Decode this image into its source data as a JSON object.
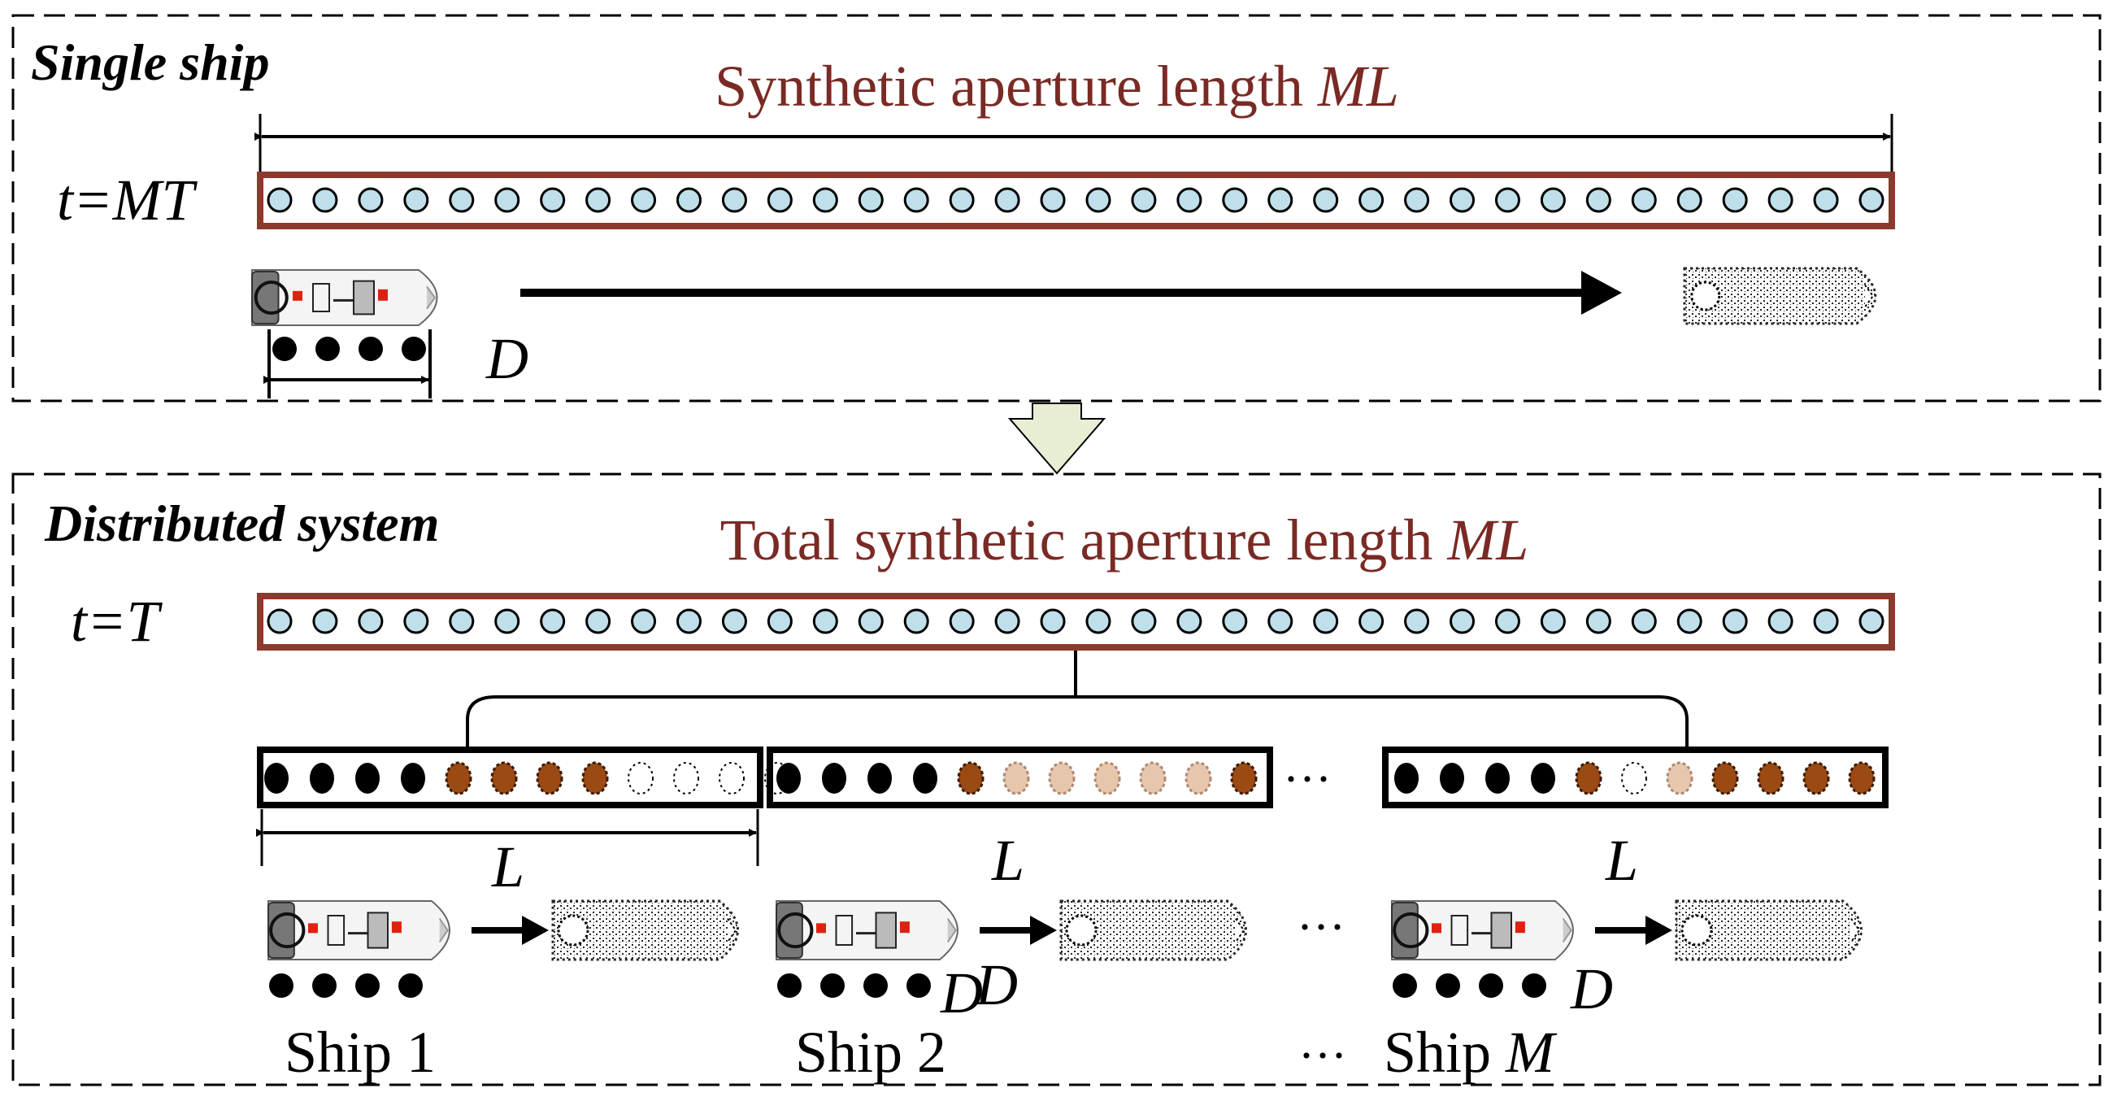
{
  "top_panel": {
    "title": "Single ship",
    "aperture_label": "Synthetic aperture length ",
    "aperture_label_italic": "ML",
    "time_label": "t=MT",
    "element_distance_label": "D"
  },
  "bottom_panel": {
    "title": "Distributed system",
    "aperture_label": "Total synthetic aperture length ",
    "aperture_label_italic": "ML",
    "time_label": "t=T",
    "segment_length_label": "L",
    "ellipsis": "···",
    "ships": [
      {
        "label": "Ship 1",
        "label_italic": "",
        "distance_label": "D"
      },
      {
        "label": "Ship 2",
        "label_italic": "",
        "distance_label": "D"
      },
      {
        "label": "Ship ",
        "label_italic": "M",
        "distance_label": "D"
      }
    ]
  },
  "colors": {
    "aperture_box": "#8b3a2e",
    "aperture_text": "#7a2a24",
    "element_fill": "#bfe0ea",
    "active_element": "#000000",
    "filled_element": "#9a4a12",
    "light_element": "#e6c6ad",
    "down_arrow_fill": "#e8eed4"
  },
  "icons": [
    "ship-icon",
    "ghost-ship-icon",
    "down-arrow-icon"
  ]
}
